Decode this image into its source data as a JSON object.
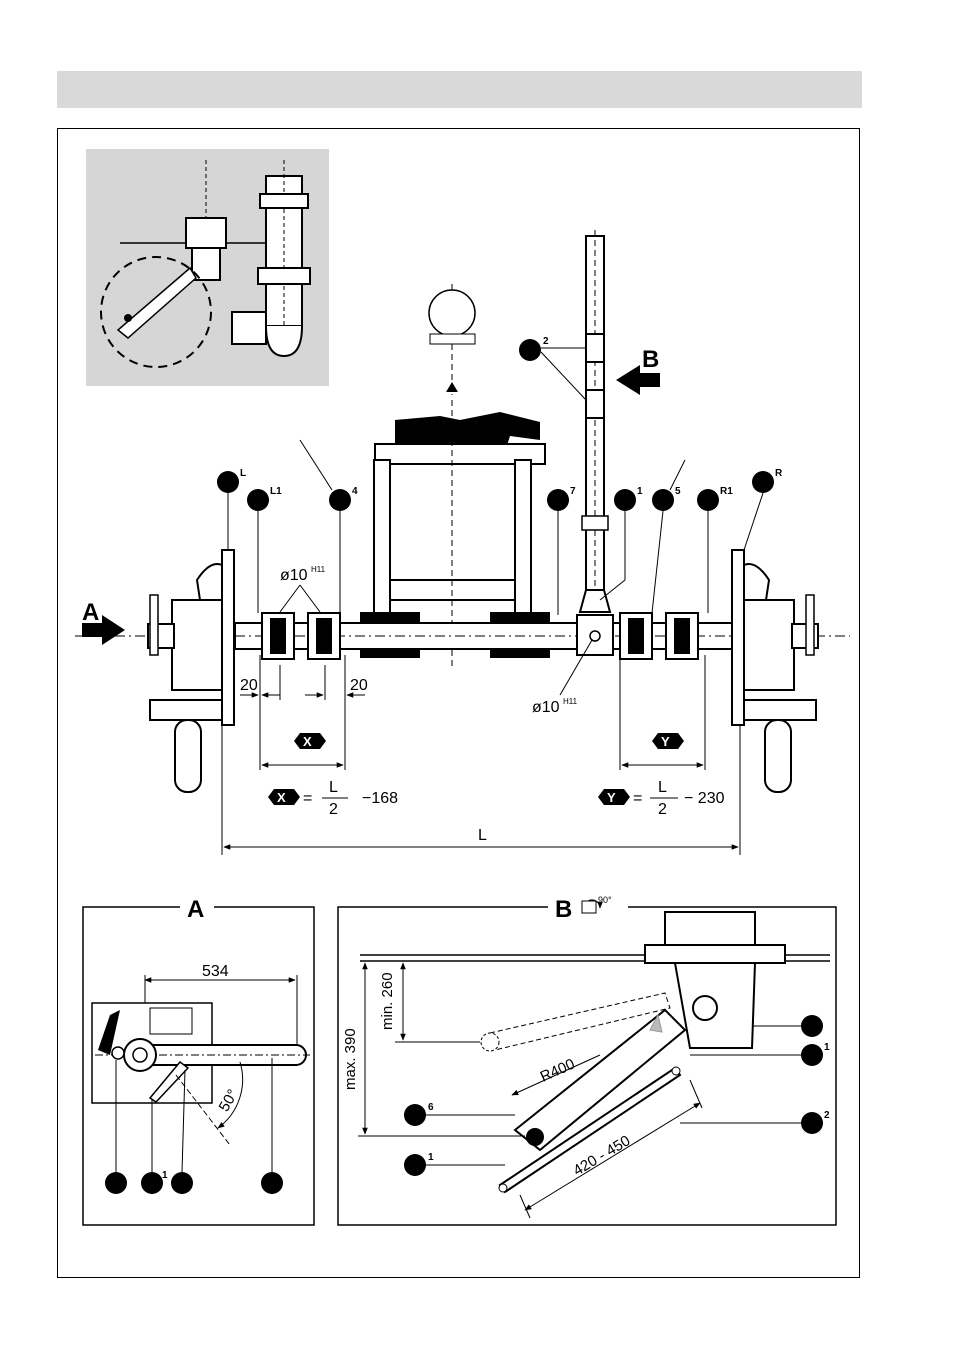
{
  "callouts": {
    "L": "L",
    "L1": "L1",
    "c4": "4",
    "c7": "7",
    "c1": "1",
    "c5": "5",
    "R1": "R1",
    "R": "R",
    "c2": "2"
  },
  "main": {
    "view_a": "A",
    "view_b": "B",
    "dia_top": "ø10",
    "dia_top_sup": "H11",
    "dia_bottom": "ø10",
    "dia_bottom_sup": "H11",
    "dim_20_left": "20",
    "dim_20_right": "20",
    "x_label": "X",
    "y_label": "Y",
    "eq_sign": "=",
    "frac_num": "L",
    "frac_den": "2",
    "x_const": "−168",
    "y_const": "− 230",
    "length_L": "L"
  },
  "panel_a": {
    "title": "A",
    "dim_534": "534",
    "angle": "50°",
    "tag_1": "1"
  },
  "panel_b": {
    "title": "B",
    "rot": "90°",
    "dim_min": "min. 260",
    "dim_max": "max. 390",
    "radius": "R400",
    "range": "420 - 450",
    "tag_6": "6",
    "tag_1_left": "1",
    "tag_1_right": "1",
    "tag_2": "2"
  }
}
